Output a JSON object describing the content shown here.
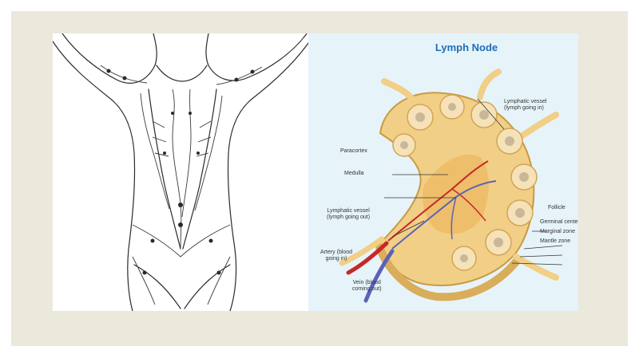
{
  "diagram": {
    "title": "Lymph Node",
    "labels": {
      "lymphatic_vessel_in": [
        "Lymphatic vessel",
        "(lymph going in)"
      ],
      "paracortex": "Paracortex",
      "medulla": "Medulla",
      "lymphatic_vessel_out": [
        "Lymphatic vessel",
        "(lymph going out)"
      ],
      "artery": [
        "Artery (blood",
        "going in)"
      ],
      "vein": [
        "Vein (blood",
        "coming out)"
      ],
      "follicle": "Follicle",
      "germinal_center": "Germinal center",
      "marginal_zone": "Marginal zone",
      "mantle_zone": "Mantle zone"
    }
  },
  "colors": {
    "panel_bg": "#e6f4fa",
    "frame_bg": "#ebe8dc",
    "title": "#1f6db5",
    "node_fill": "#f2cf86",
    "node_stroke": "#c99a45",
    "artery": "#c62828",
    "vein": "#5b63b7"
  }
}
